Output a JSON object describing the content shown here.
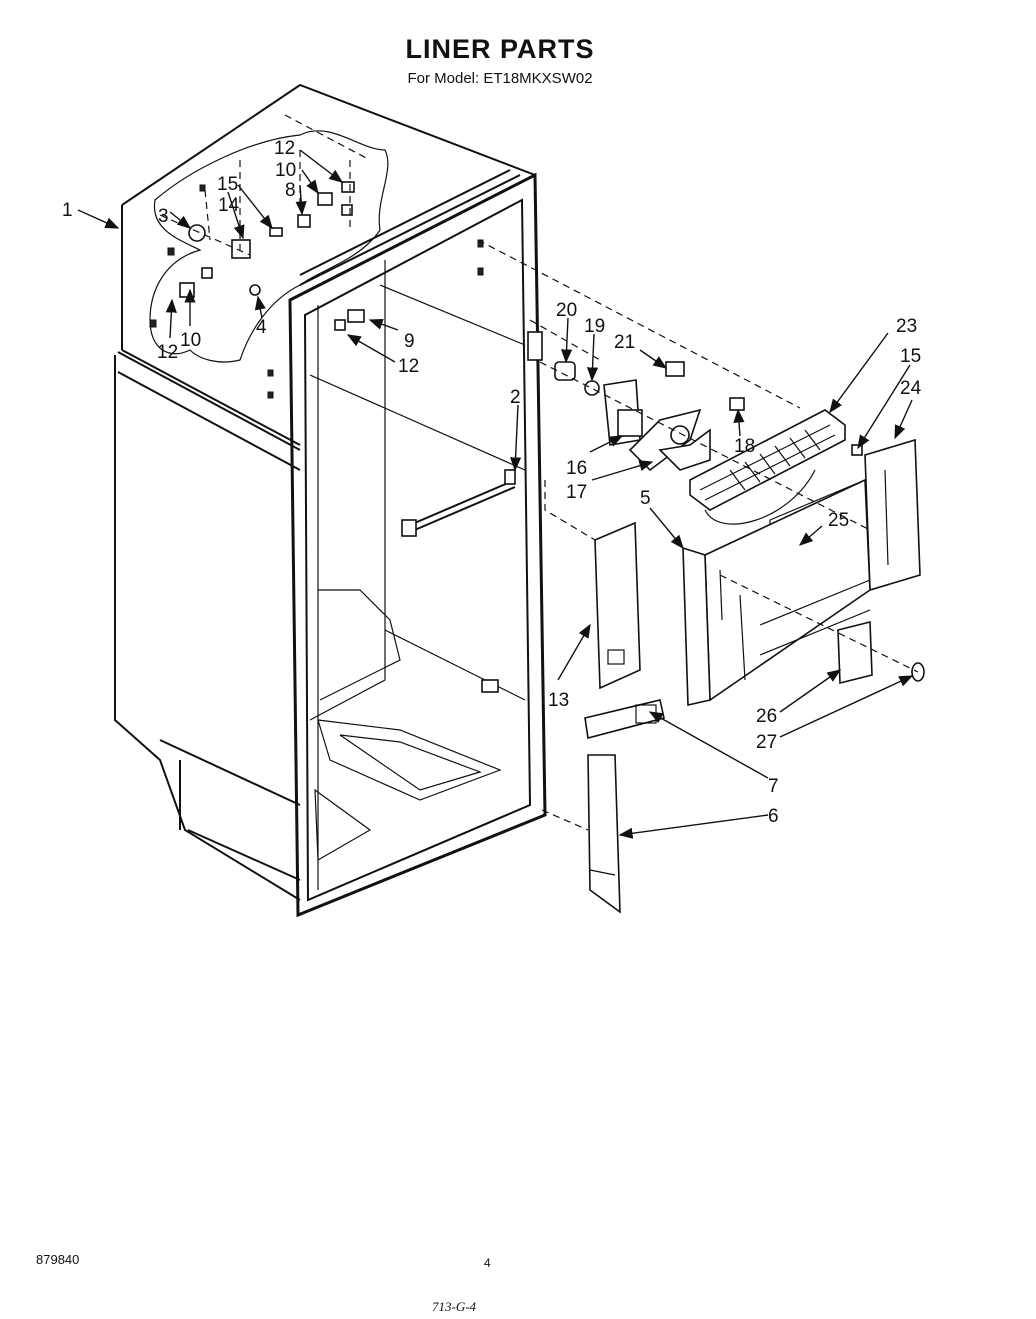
{
  "header": {
    "title": "LINER PARTS",
    "subtitle": "For Model: ET18MKXSW02"
  },
  "callouts": [
    {
      "id": "c1",
      "label": "1"
    },
    {
      "id": "c2",
      "label": "2"
    },
    {
      "id": "c3",
      "label": "3"
    },
    {
      "id": "c4",
      "label": "4"
    },
    {
      "id": "c5",
      "label": "5"
    },
    {
      "id": "c6",
      "label": "6"
    },
    {
      "id": "c7",
      "label": "7"
    },
    {
      "id": "c8",
      "label": "8"
    },
    {
      "id": "c9",
      "label": "9"
    },
    {
      "id": "c10a",
      "label": "10"
    },
    {
      "id": "c10b",
      "label": "10"
    },
    {
      "id": "c12a",
      "label": "12"
    },
    {
      "id": "c12b",
      "label": "12"
    },
    {
      "id": "c12c",
      "label": "12"
    },
    {
      "id": "c13",
      "label": "13"
    },
    {
      "id": "c14",
      "label": "14"
    },
    {
      "id": "c15a",
      "label": "15"
    },
    {
      "id": "c15b",
      "label": "15"
    },
    {
      "id": "c16",
      "label": "16"
    },
    {
      "id": "c17",
      "label": "17"
    },
    {
      "id": "c18",
      "label": "18"
    },
    {
      "id": "c19",
      "label": "19"
    },
    {
      "id": "c20",
      "label": "20"
    },
    {
      "id": "c21",
      "label": "21"
    },
    {
      "id": "c23",
      "label": "23"
    },
    {
      "id": "c24",
      "label": "24"
    },
    {
      "id": "c25",
      "label": "25"
    },
    {
      "id": "c26",
      "label": "26"
    },
    {
      "id": "c27",
      "label": "27"
    }
  ],
  "footer": {
    "doc_number": "879840",
    "page": "4",
    "code": "713-G-4"
  }
}
